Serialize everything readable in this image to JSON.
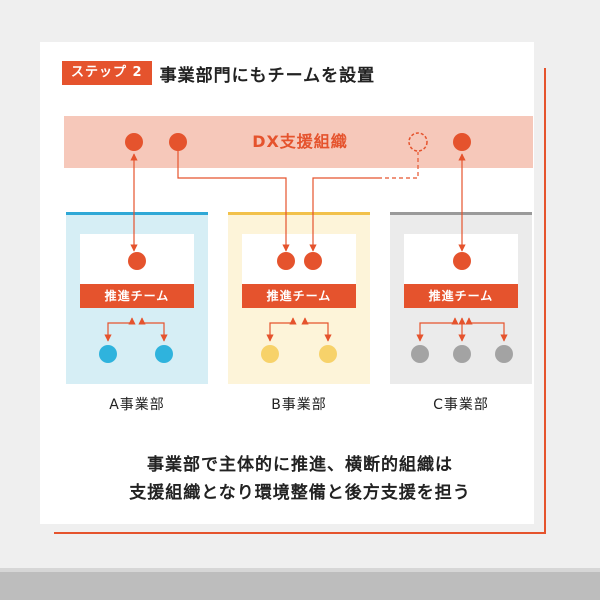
{
  "step_badge": "ステップ 2",
  "title": "事業部門にもチームを設置",
  "dx_label": "DX支援組織",
  "team_label": "推進チーム",
  "departments": [
    {
      "label": "A事業部",
      "member_color": "#2fb3dd"
    },
    {
      "label": "B事業部",
      "member_color": "#f7d26a"
    },
    {
      "label": "C事業部",
      "member_color": "#a3a3a3"
    }
  ],
  "caption": {
    "line1": "事業部で主体的に推進、横断的組織は",
    "line2": "支援組織となり環境整備と後方支援を担う"
  },
  "colors": {
    "accent": "#e5532d",
    "dx_band": "#f6c8ba"
  }
}
